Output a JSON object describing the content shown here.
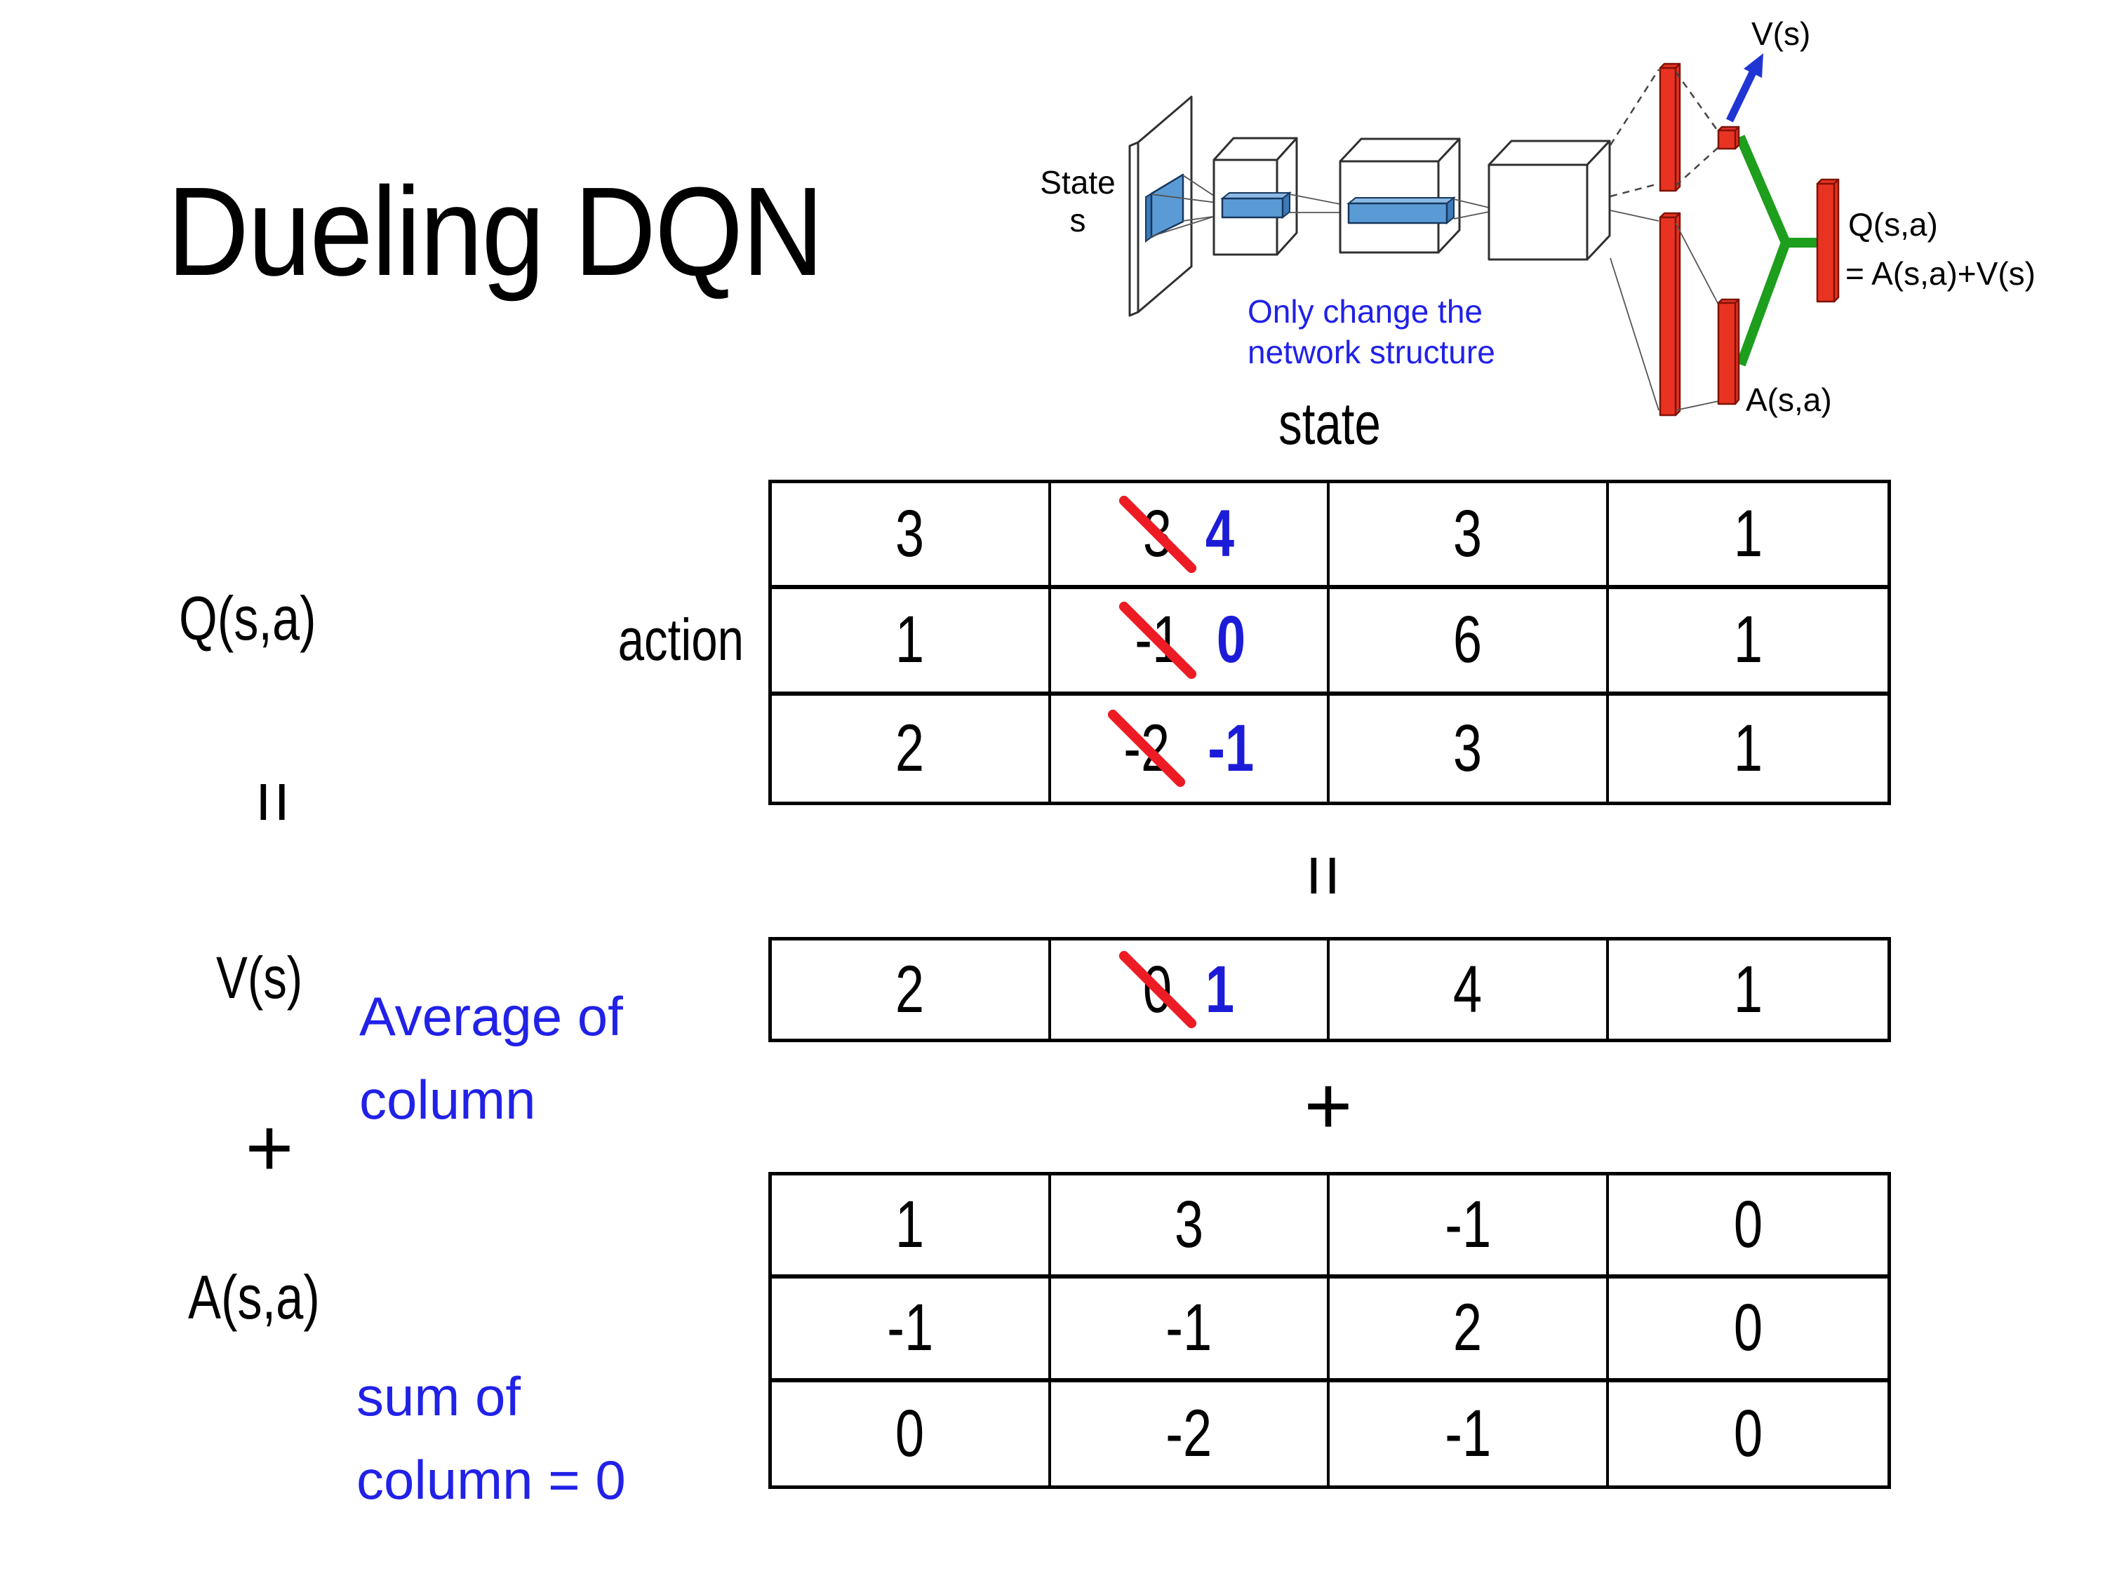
{
  "slide": {
    "title": "Dueling DQN"
  },
  "diagram": {
    "vs_label": "V(s)",
    "state_label_1": "State",
    "state_label_2": "s",
    "note_1": "Only change the",
    "note_2": "network structure",
    "q_label_1": "Q(s,a)",
    "q_label_2": "= A(s,a)+V(s)",
    "a_label": "A(s,a)"
  },
  "equation": {
    "q_label": "Q(s,a)",
    "action_label": "action",
    "state_label": "state",
    "equals_left": "=",
    "equals_center": "=",
    "plus_left": "+",
    "plus_center": "+",
    "v_label": "V(s)",
    "v_note_1": "Average of",
    "v_note_2": "column",
    "a_label": "A(s,a)",
    "a_note_1": "sum of",
    "a_note_2": "column = 0"
  },
  "q_table": {
    "rows": [
      [
        {
          "value": "3"
        },
        {
          "old": "3",
          "new": "4"
        },
        {
          "value": "3"
        },
        {
          "value": "1"
        }
      ],
      [
        {
          "value": "1"
        },
        {
          "old": "-1",
          "new": "0"
        },
        {
          "value": "6"
        },
        {
          "value": "1"
        }
      ],
      [
        {
          "value": "2"
        },
        {
          "old": "-2",
          "new": "-1"
        },
        {
          "value": "3"
        },
        {
          "value": "1"
        }
      ]
    ]
  },
  "v_table": {
    "rows": [
      [
        {
          "value": "2"
        },
        {
          "old": "0",
          "new": "1"
        },
        {
          "value": "4"
        },
        {
          "value": "1"
        }
      ]
    ]
  },
  "a_table": {
    "rows": [
      [
        {
          "value": "1"
        },
        {
          "value": "3"
        },
        {
          "value": "-1"
        },
        {
          "value": "0"
        }
      ],
      [
        {
          "value": "-1"
        },
        {
          "value": "-1"
        },
        {
          "value": "2"
        },
        {
          "value": "0"
        }
      ],
      [
        {
          "value": "0"
        },
        {
          "value": "-2"
        },
        {
          "value": "-1"
        },
        {
          "value": "0"
        }
      ]
    ]
  },
  "colors": {
    "highlight_blue": "#1c1cd8",
    "note_blue": "#2121e8",
    "strike_red": "#ed1c24",
    "bar_red": "#e93322",
    "green": "#1d9e1d",
    "slab_blue": "#5b9bd5",
    "arrow_blue": "#1f35d4"
  }
}
